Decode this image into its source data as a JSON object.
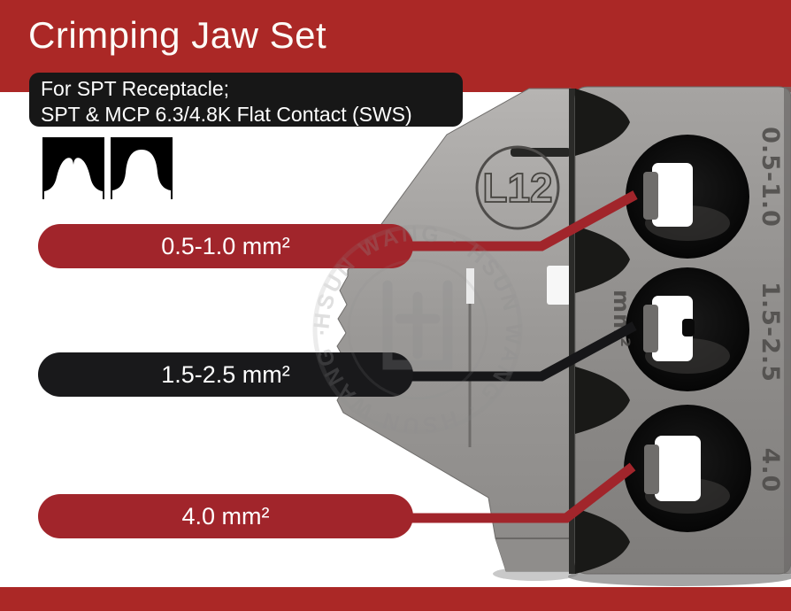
{
  "header": {
    "title": "Crimping Jaw Set",
    "bg_color": "#ab2826",
    "text_color": "#fdfbf7"
  },
  "subtitle_box": {
    "line1": "For SPT Receptacle;",
    "line2": "SPT & MCP 6.3/4.8K Flat Contact (SWS)",
    "bg_color": "#171717"
  },
  "profile_icons": [
    {
      "name": "open-barrel-crimp-profile"
    },
    {
      "name": "closed-barrel-crimp-profile"
    }
  ],
  "callouts": [
    {
      "label": "0.5-1.0 mm²",
      "color": "#a1252b"
    },
    {
      "label": "1.5-2.5 mm²",
      "color": "#19191b"
    },
    {
      "label": "4.0 mm²",
      "color": "#a1252b"
    }
  ],
  "jaw": {
    "stamp": "L12",
    "unit_label": "mm²",
    "cavity_labels": [
      "0.5-1.0",
      "1.5-2.5",
      "4.0"
    ]
  },
  "watermark": {
    "arc_text": "HSUN WANG · HSUN WANG · HSUN WANG · "
  },
  "footer": {
    "bg_color": "#ab2826"
  }
}
